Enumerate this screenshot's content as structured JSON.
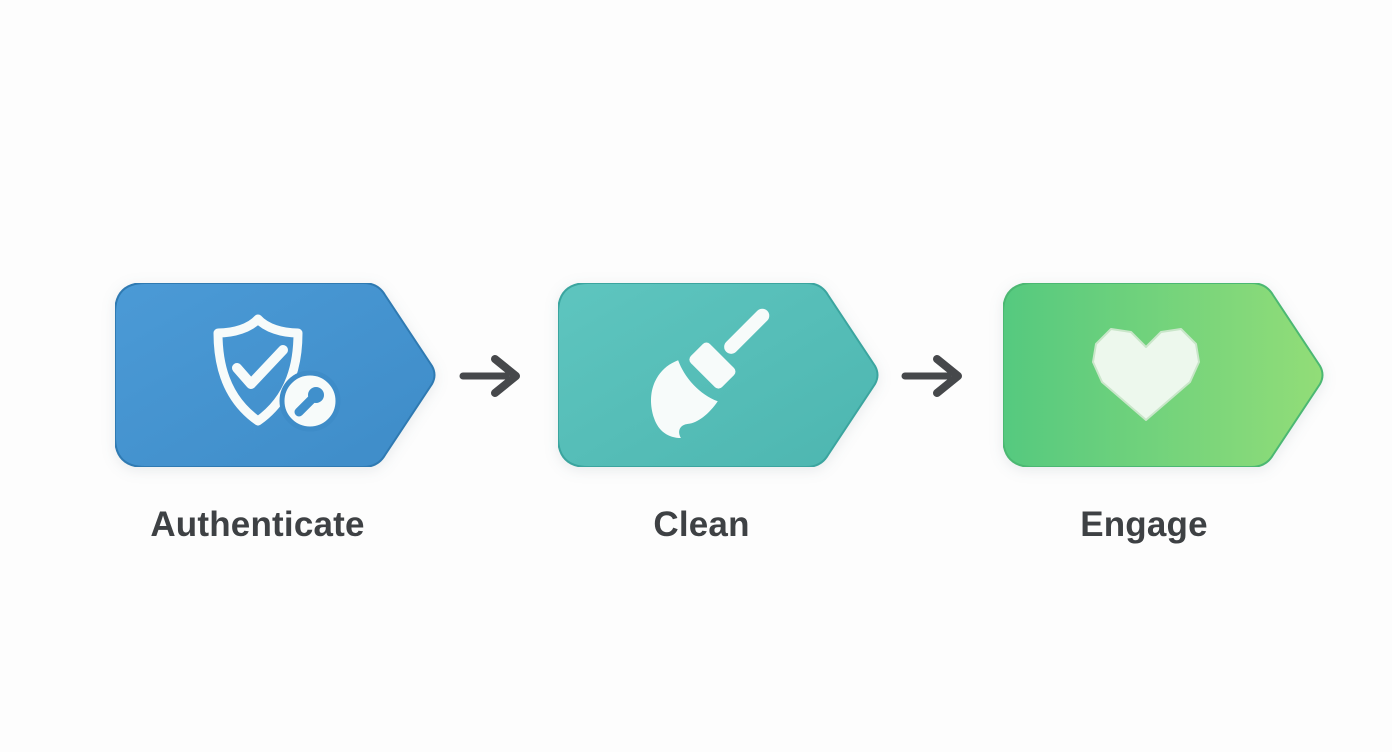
{
  "diagram": {
    "background": "#fdfdfd",
    "connector_color": "#46484b",
    "label_color": "#3e4144",
    "icon_color": "#f7fbfa",
    "steps": [
      {
        "label": "Authenticate",
        "icon": "shield-check-key-icon",
        "fill_start": "#4b9ad6",
        "fill_end": "#3e8cc8",
        "border": "#2f7ab2",
        "accent": "#4090cc"
      },
      {
        "label": "Clean",
        "icon": "broom-icon",
        "fill_start": "#5ec5bf",
        "fill_end": "#4db6b0",
        "border": "#3ba59f"
      },
      {
        "label": "Engage",
        "icon": "heart-icon",
        "fill_start": "#55c97f",
        "fill_end": "#92dd78",
        "border": "#4bb872",
        "heart_fill": "#edf8ed",
        "heart_stroke": "#c9e6c9"
      }
    ]
  }
}
